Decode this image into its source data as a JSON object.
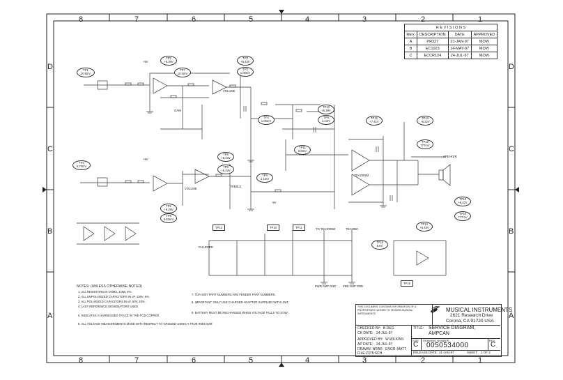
{
  "zones": {
    "columns": [
      "8",
      "7",
      "6",
      "5",
      "4",
      "3",
      "2",
      "1"
    ],
    "rows": [
      "D",
      "C",
      "B",
      "A"
    ]
  },
  "revisions": {
    "title": "R E V I S I O N S",
    "headers": [
      "REV.",
      "DESCRIPTION",
      "DATE",
      "APPROVED"
    ],
    "rows": [
      [
        "A",
        "PR327",
        "21-JAN-97",
        "MOW"
      ],
      [
        "B",
        "EC1923",
        "14-MAY-97",
        "MOW"
      ],
      [
        "C",
        "ECCR124",
        "24-JUL-97",
        "MOW"
      ]
    ]
  },
  "test_points": {
    "tp1": {
      "name": "TP1",
      "value": "20.6mV"
    },
    "tp2": {
      "name": "TP2",
      "value": "+6.39V"
    },
    "tp3": {
      "name": "TP3",
      "value": "+6.43V"
    },
    "tp3b": {
      "name": "TP3",
      "value": "1.05mV"
    },
    "tp4": {
      "name": "TP4",
      "value": "5.70mV"
    },
    "tp5": {
      "name": "TP5",
      "value": "5.63mV"
    },
    "tp6": {
      "name": "TP6",
      "value": "+6.43V"
    },
    "tp7": {
      "name": "TP7",
      "value": "10.4mV"
    },
    "tp9": {
      "name": "TP9",
      "value": "1.1mV"
    },
    "tp10": {
      "name": "TP10",
      "value": "+6.39V"
    },
    "tp11": {
      "name": "TP11",
      "value": "9.8mV"
    },
    "tp12": {
      "name": "TP12",
      "value": "+7.41V"
    },
    "tp13": {
      "name": "TP13",
      "value": "+6.22V"
    },
    "tp14": {
      "name": "TP14",
      "value": "+6.45V"
    },
    "tp15": {
      "name": "TP15",
      "value": "777mV"
    },
    "tp16": {
      "name": "TP16",
      "value": "5.6V"
    }
  },
  "labels": {
    "power_plus": "+9V",
    "power_minus": "-9V",
    "gain": "GAIN",
    "volume": "VOLUME",
    "treble": "TREBLE",
    "speaker": "SPEAKER",
    "charger": "CHARGER",
    "to_pwr_amp_gnd": "PWR AMP GND",
    "pre_amp_gnd": "PRE AMP GND",
    "amp_chip": "TDA2005M",
    "to_a": "TO TDA2005M",
    "to_b": "TDA2050"
  },
  "notes": {
    "title": "NOTES: (UNLESS OTHERWISE NOTED)",
    "items": [
      "1. ALL RESISTORS IN OHMS, 1/4W, 5%.",
      "2. ALL UNPOLARIZED CAPACITORS IN uF, 100V, 5%.",
      "3. ALL POLARIZED CAPACITORS IN uF, 50V, 20%.",
      "4. LAST REFERENCE DESIGNATORS USED",
      "5. INDICATES A HARNESSED TRACE IN THE PCB COPPER.",
      "6. ALL VOLTAGE MEASUREMENTS MADE WITH RESPECT TO GROUND USING A TRUE RMS DVM",
      "7. TDA-2007 PART NUMBERS ARE FENDER PART NUMBERS.",
      "8. IMPORTANT: ONLY USE CHARGER ADAPTER SUPPLIED WITH UNIT.",
      "9. BATTERY MUST BE RECHARGED WHEN VOLTAGE FALLS TO 10.5V."
    ]
  },
  "title_block": {
    "disclaimer": "THIS DOCUMENT CONTAINS INFORMATION OF A PROPRIETARY NATURE TO FENDER MUSICAL INSTRUMENTS",
    "company": "MUSICAL INSTRUMENTS",
    "address1": "2621 Research Drive",
    "address2": "Corona, CA 91720 USA",
    "checked_by_label": "CHECKED BY:",
    "checked_by": "B.DEG",
    "ck_date_label": "CK DATE:",
    "ck_date": "24-JUL-97",
    "approved_by_label": "APPROVED BY:",
    "approved_by": "W.WILKINS",
    "ap_date_label": "AP DATE:",
    "ap_date": "24-JUL-97",
    "drawn_label": "DRAWN:",
    "drawn": "BRAR",
    "engr_label": "ENGR:",
    "engr": "MATT",
    "file": "FILE:Z375.SCH",
    "title_label": "TITLE:",
    "title1": "SERVICE DIAGRAM,",
    "title2": "AMPCAN",
    "size_label": "SIZE",
    "size": "C",
    "drawing_number_label": "DRAWING NUMBER",
    "drawing_number": "0050534000",
    "rev_label": "REV.",
    "rev": "C",
    "release_date_label": "RELEASE DATE:",
    "release_date": "21-JAN-97",
    "sheet_label": "SHEET:",
    "sheet": "1 OF 2"
  }
}
